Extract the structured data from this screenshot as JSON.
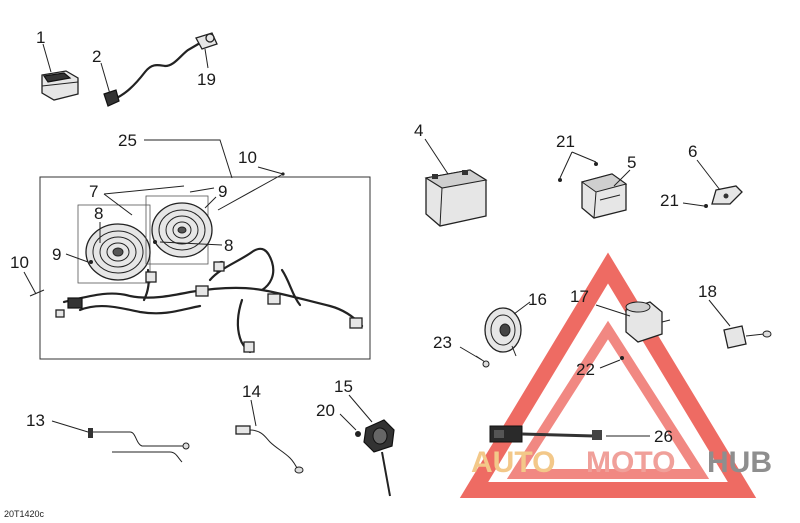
{
  "diagram": {
    "reference_code": "20T1420c",
    "callouts": {
      "c1": "1",
      "c2": "2",
      "c19": "19",
      "c25": "25",
      "c10a": "10",
      "c10b": "10",
      "c7": "7",
      "c8a": "8",
      "c8b": "8",
      "c9a": "9",
      "c9b": "9",
      "c4": "4",
      "c21a": "21",
      "c5": "5",
      "c6": "6",
      "c21b": "21",
      "c16": "16",
      "c17": "17",
      "c18": "18",
      "c23": "23",
      "c22": "22",
      "c13": "13",
      "c14": "14",
      "c15": "15",
      "c20": "20",
      "c26": "26"
    }
  },
  "watermark": {
    "auto": "AUTO",
    "moto": "MOTO",
    "hub": "HUB",
    "colors": {
      "auto": "#f3c889",
      "moto": "#f0a09a",
      "hub": "#8e8e8e",
      "triangle": "#e8392f"
    }
  }
}
